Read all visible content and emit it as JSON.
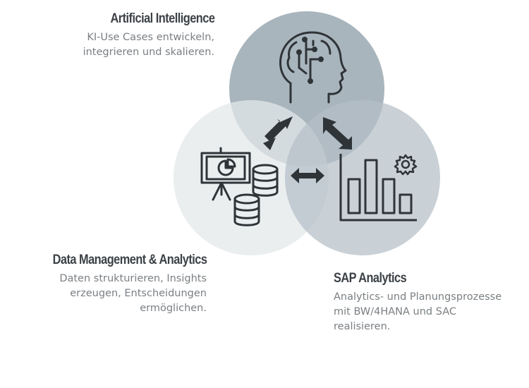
{
  "circles": [
    {
      "id": "ai",
      "fill": "#9aa8b2"
    },
    {
      "id": "dm",
      "fill": "#e6eaec"
    },
    {
      "id": "sap",
      "fill": "#bcc6cd"
    }
  ],
  "icon_color": "#2f3438",
  "icons": [
    "brain-head-icon",
    "presentation-database-icon",
    "bar-chart-gear-icon"
  ],
  "arrows": [
    "double-arrow-diagonal-down-left",
    "double-arrow-diagonal-down-right",
    "double-arrow-horizontal"
  ],
  "blocks": {
    "ai": {
      "title": "Artificial Intelligence",
      "lines": [
        "KI-Use Cases entwickeln,",
        "integrieren und skalieren."
      ]
    },
    "dm": {
      "title": "Data Management & Analytics",
      "lines": [
        "Daten strukturieren, Insights",
        "erzeugen, Entscheidungen",
        "ermöglichen."
      ]
    },
    "sap": {
      "title": "SAP Analytics",
      "lines": [
        "Analytics- und Planungsprozesse",
        "mit BW/4HANA und SAC",
        "realisieren."
      ]
    }
  }
}
